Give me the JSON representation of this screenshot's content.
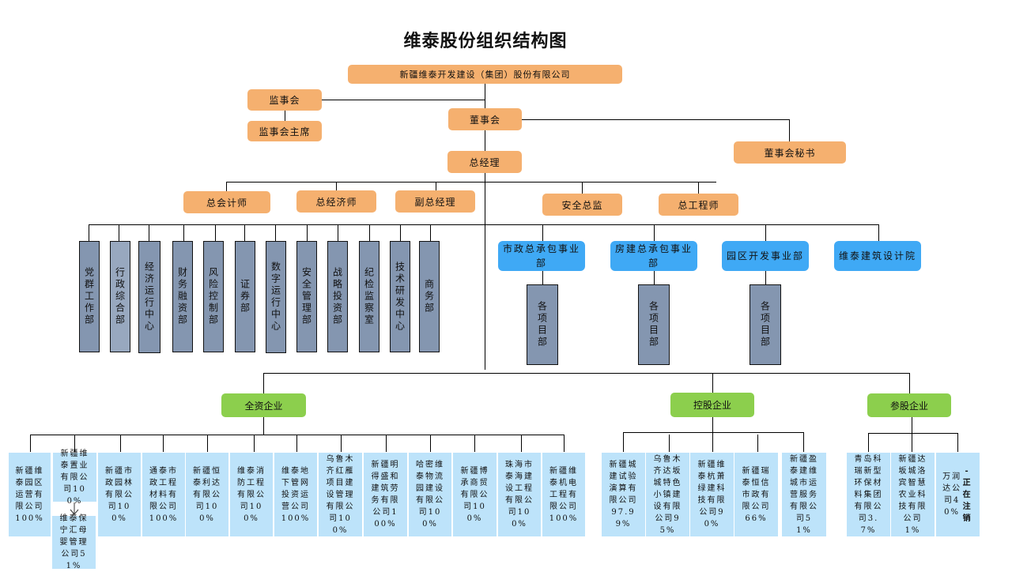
{
  "title": "维泰股份组织结构图",
  "top": {
    "company": "新疆维泰开发建设（集团）股份有限公司",
    "supervisory_board": "监事会",
    "supervisory_chair": "监事会主席",
    "board": "董事会",
    "board_secretary": "董事会秘书",
    "general_manager": "总经理"
  },
  "executives": [
    "总会计师",
    "总经济师",
    "副总经理",
    "安全总监",
    "总工程师"
  ],
  "departments": [
    "党群工作部",
    "行政综合部",
    "经济运行中心",
    "财务融资部",
    "风险控制部",
    "证券部",
    "数字运行中心",
    "安全管理部",
    "战略投资部",
    "纪检监察室",
    "技术研发中心",
    "商务部"
  ],
  "business_units": [
    {
      "name": "市政总承包事业部",
      "sub": "各项目部"
    },
    {
      "name": "房建总承包事业部",
      "sub": "各项目部"
    },
    {
      "name": "园区开发事业部",
      "sub": "各项目部"
    },
    {
      "name": "维泰建筑设计院",
      "sub": null
    }
  ],
  "enterprise_groups": {
    "wholly_owned": {
      "label": "全资企业",
      "companies": [
        {
          "name": "新疆维泰园区运营有限公司",
          "share": "100%"
        },
        {
          "name": "新疆维泰置业有限公司",
          "share": "100%",
          "child": {
            "name": "维泰保宁汇母婴管理公司",
            "share": "51%"
          }
        },
        {
          "name": "新疆市政园林有限公司",
          "share": "100%"
        },
        {
          "name": "通泰市政工程材料有限公司",
          "share": "100%"
        },
        {
          "name": "新疆恒泰利达有限公司",
          "share": "100%"
        },
        {
          "name": "维泰消防工程有限公司",
          "share": "100%"
        },
        {
          "name": "维泰地下管网投资运营公司",
          "share": "100%"
        },
        {
          "name": "乌鲁木齐红雁项目建设管理有限公司",
          "share": "100%"
        },
        {
          "name": "新疆明得盛和建筑劳务有限公司",
          "share": "100%"
        },
        {
          "name": "哈密维泰物流园建设有限公司",
          "share": "100%"
        },
        {
          "name": "新疆博承商贸有限公司",
          "share": "100%"
        },
        {
          "name": "珠海市泰海建设工程有限公司",
          "share": "100%"
        },
        {
          "name": "新疆维泰机电工程有限公司",
          "share": "100%"
        }
      ]
    },
    "holding": {
      "label": "控股企业",
      "companies": [
        {
          "name": "新疆城建试验演算有限公司",
          "share": "97.99%"
        },
        {
          "name": "乌鲁木齐达坂城特色小镇建设有限公司",
          "share": "95%"
        },
        {
          "name": "新疆维泰杭萧绿建科技有限公司",
          "share": "90%"
        },
        {
          "name": "新疆瑞泰恒信市政有限公司",
          "share": "66%"
        },
        {
          "name": "新疆盈泰建维城市运营服务有限公司",
          "share": "51%"
        }
      ]
    },
    "participating": {
      "label": "参股企业",
      "companies": [
        {
          "name": "青岛科瑞新型环保材料集团有限公司",
          "share": "3.7%"
        },
        {
          "name": "新疆达坂城洛宾智慧农业科技有限公司",
          "share": "1%"
        },
        {
          "name": "万润达公司",
          "share": "40%",
          "note": "-正在注销"
        }
      ]
    }
  }
}
